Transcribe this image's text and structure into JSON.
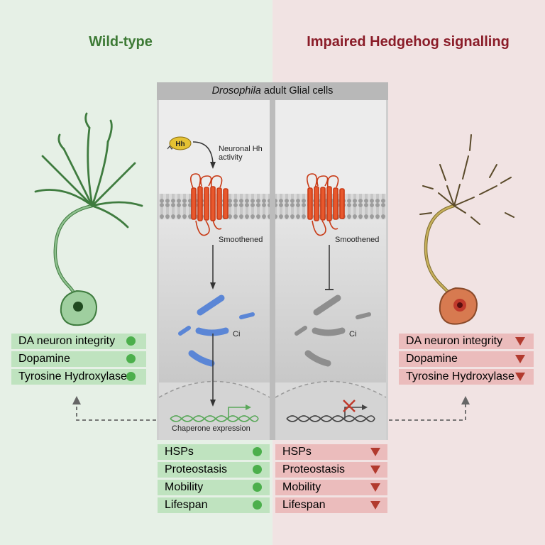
{
  "titles": {
    "left": "Wild-type",
    "right": "Impaired Hedgehog signalling"
  },
  "panel": {
    "header_italic": "Drosophila",
    "header_rest": " adult Glial cells",
    "hh_label": "Hh",
    "neuronal_activity": "Neuronal Hh",
    "neuronal_activity_line2": "activity",
    "smoothened_left": "Smoothened",
    "smoothened_right": "Smoothened",
    "ci_left": "Ci",
    "ci_right": "Ci",
    "chaperone": "Chaperone expression"
  },
  "left_neuron_status": [
    "DA neuron integrity",
    "Dopamine",
    "Tyrosine Hydroxylase"
  ],
  "right_neuron_status": [
    "DA neuron integrity",
    "Dopamine",
    "Tyrosine Hydroxylase"
  ],
  "bottom_left": [
    "HSPs",
    "Proteostasis",
    "Mobility",
    "Lifespan"
  ],
  "bottom_right": [
    "HSPs",
    "Proteostasis",
    "Mobility",
    "Lifespan"
  ],
  "colors": {
    "green_accent": "#4caf4c",
    "red_accent": "#b23a2e",
    "wild_type_title": "#3d7a35",
    "impaired_title": "#8a1c28"
  }
}
